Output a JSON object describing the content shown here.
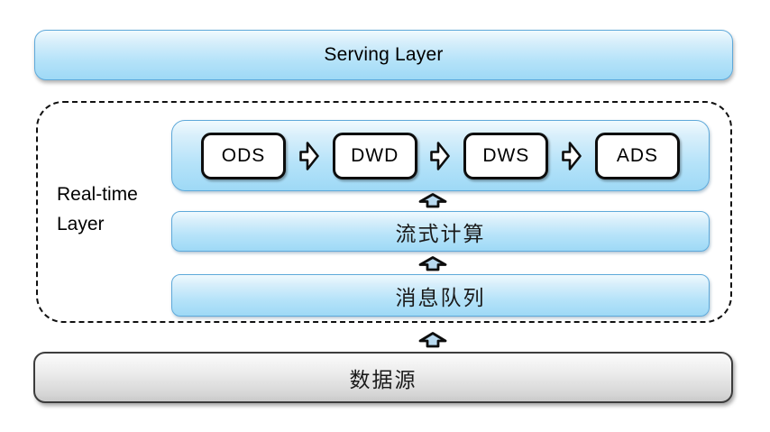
{
  "serving_layer": {
    "label": "Serving Layer"
  },
  "realtime_layer": {
    "label_lines": [
      "Real-time",
      "Layer"
    ],
    "pipeline_stages": [
      "ODS",
      "DWD",
      "DWS",
      "ADS"
    ],
    "stream_computing_label": "流式计算",
    "message_queue_label": "消息队列"
  },
  "data_source": {
    "label": "数据源"
  },
  "icons": {
    "stage_connector": "block-arrow-right-icon",
    "layer_connector": "block-arrow-up-icon"
  },
  "colors": {
    "blue_bar_top": "#e6f5fd",
    "blue_bar_bottom": "#9ed9f6",
    "blue_bar_border": "#5ea9da",
    "stage_box_bg": "#ffffff",
    "stage_box_border": "#0d0d0d",
    "gray_bar_top": "#f6f6f6",
    "gray_bar_bottom": "#c9c9c9",
    "gray_bar_border": "#3c3c3c",
    "up_arrow_fill": "#b8d9ef",
    "dashed_border": "#111111",
    "text": "#000000"
  }
}
